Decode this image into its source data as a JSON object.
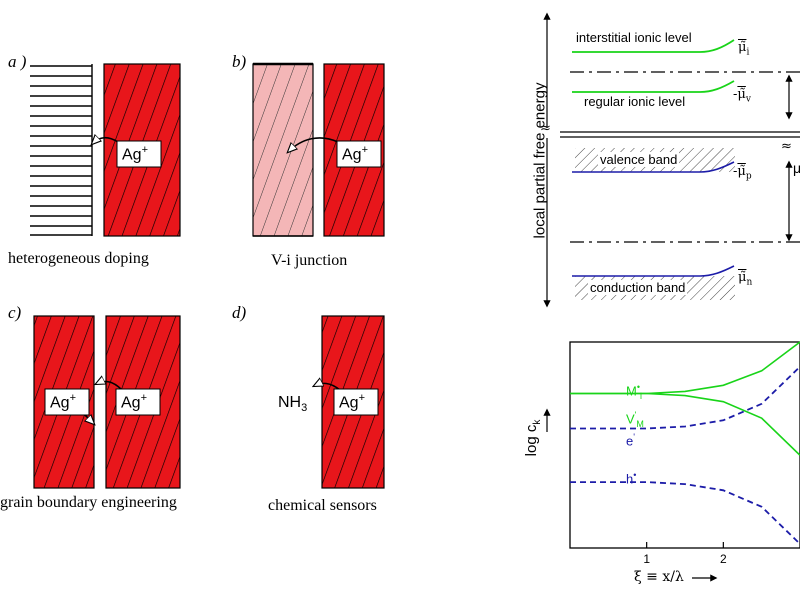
{
  "panels": {
    "a": {
      "tag": "a )",
      "caption": "heterogeneous doping",
      "ion": "Ag",
      "ion_charge": "+"
    },
    "b": {
      "tag": "b)",
      "caption": "V-i junction",
      "ion": "Ag",
      "ion_charge": "+"
    },
    "c": {
      "tag": "c)",
      "caption": "grain boundary engineering",
      "ion": "Ag",
      "ion_charge": "+"
    },
    "d": {
      "tag": "d)",
      "caption": "chemical sensors",
      "ion": "Ag",
      "ion_charge": "+",
      "gas": "NH",
      "gas_sub": "3"
    }
  },
  "energy_diagram": {
    "y_axis_label": "local partial free energy",
    "levels": {
      "interstitial": "interstitial ionic level",
      "regular": "regular ionic level",
      "valence": "valence band",
      "conduction": "conduction band"
    },
    "potentials": {
      "mu_i": {
        "sign": "",
        "sub": "i"
      },
      "mu_v": {
        "sign": "-",
        "sub": "v"
      },
      "mu_p": {
        "sign": "-",
        "sub": "p"
      },
      "mu_n": {
        "sign": "",
        "sub": "n"
      }
    },
    "right_letter": "μ"
  },
  "colors": {
    "red": "#e8161b",
    "pink": "#f4b6b7",
    "green": "#19d419",
    "blue": "#1c1ca8"
  },
  "chart_data": {
    "type": "line",
    "xlabel": "ξ ≡ x/λ",
    "ylabel": "log c",
    "ylabel_sub": "k",
    "xticks": [
      1,
      2
    ],
    "xlim": [
      0,
      3
    ],
    "series": [
      {
        "name": "M",
        "name_sub": "i",
        "name_sup": "•",
        "style": "solid",
        "color": "#19d419",
        "x": [
          0,
          0.5,
          1.0,
          1.5,
          2.0,
          2.5,
          3.0
        ],
        "y": [
          0.75,
          0.75,
          0.75,
          0.76,
          0.79,
          0.86,
          1.0
        ]
      },
      {
        "name": "V",
        "name_sub": "M",
        "name_sup": "'",
        "style": "solid",
        "color": "#19d419",
        "x": [
          0,
          0.5,
          1.0,
          1.5,
          2.0,
          2.5,
          3.0
        ],
        "y": [
          0.75,
          0.75,
          0.75,
          0.74,
          0.71,
          0.63,
          0.45
        ]
      },
      {
        "name": "e",
        "name_sub": "",
        "name_sup": "'",
        "style": "dashed",
        "color": "#1c1ca8",
        "x": [
          0,
          0.5,
          1.0,
          1.5,
          2.0,
          2.5,
          3.0
        ],
        "y": [
          0.58,
          0.58,
          0.58,
          0.59,
          0.62,
          0.7,
          0.88
        ]
      },
      {
        "name": "h",
        "name_sub": "",
        "name_sup": "•",
        "style": "dashed",
        "color": "#1c1ca8",
        "x": [
          0,
          0.5,
          1.0,
          1.5,
          2.0,
          2.5,
          3.0
        ],
        "y": [
          0.32,
          0.32,
          0.32,
          0.31,
          0.28,
          0.2,
          0.02
        ]
      }
    ]
  }
}
